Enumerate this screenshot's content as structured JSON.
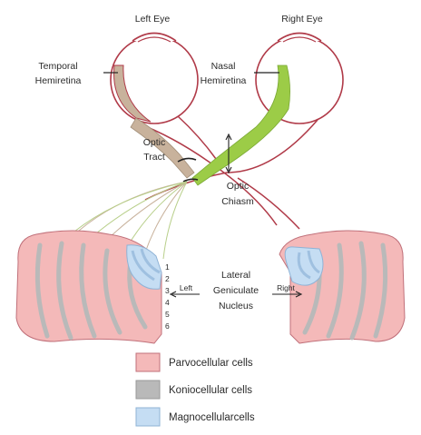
{
  "labels": {
    "left_eye": "Left Eye",
    "right_eye": "Right Eye",
    "temporal_1": "Temporal",
    "temporal_2": "Hemiretina",
    "nasal_1": "Nasal",
    "nasal_2": "Hemiretina",
    "optic_tract_1": "Optic",
    "optic_tract_2": "Tract",
    "optic_chiasm_1": "Optic",
    "optic_chiasm_2": "Chiasm",
    "lgn_1": "Lateral",
    "lgn_2": "Geniculate",
    "lgn_3": "Nucleus",
    "left": "Left",
    "right": "Right"
  },
  "layers": [
    "1",
    "2",
    "3",
    "4",
    "5",
    "6"
  ],
  "legend": [
    {
      "label": "Parvocellular cells",
      "color": "#f4b9b9"
    },
    {
      "label": "Koniocellular cells",
      "color": "#b9b9b9"
    },
    {
      "label": "Magnocellularcells",
      "color": "#c5ddf3"
    }
  ],
  "colors": {
    "outline": "#b03a48",
    "temporal": "#c8b29c",
    "nasal": "#9ccc47",
    "parvo": "#f4b9b9",
    "konio": "#b9b9b9",
    "magno": "#c5ddf3"
  }
}
